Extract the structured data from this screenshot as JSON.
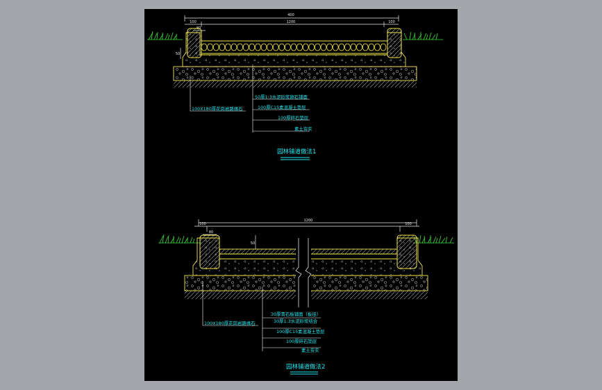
{
  "colors": {
    "background": "#a3a7ab",
    "sheet": "#000000",
    "outline": "#f5e94a",
    "dimension": "#e8e8e8",
    "label": "#20e8f0",
    "grass": "#3ee03a",
    "leader": "#ffffff",
    "hatch": "#a8a8a8"
  },
  "section1": {
    "title": "园林铺道做法1",
    "dims": {
      "overall": "400",
      "inner": "1200",
      "left_edge": "100",
      "right_edge": "100",
      "curb": "80",
      "height": "50"
    },
    "labels": {
      "paving": "50厚1:3水泥砂浆卵石铺面",
      "concrete": "100厚C15素混凝土垫层",
      "gravel": "100厚碎石垫层",
      "soil": "素土夯实",
      "curb": "100X180厚花岗岩路缘石"
    }
  },
  "section2": {
    "title": "园林铺道做法2",
    "dims": {
      "overall": "1200",
      "left_edge": "100",
      "right_edge": "100",
      "curb": "80",
      "height": "50"
    },
    "labels": {
      "paving": "30厚青石板铺面（板径）",
      "mortar": "30厚1:3水泥砂浆结合",
      "concrete": "100厚C15素混凝土垫层",
      "gravel": "100厚碎石垫层",
      "soil": "素土夯实",
      "curb": "100X180厚花岗岩路缘石"
    }
  }
}
